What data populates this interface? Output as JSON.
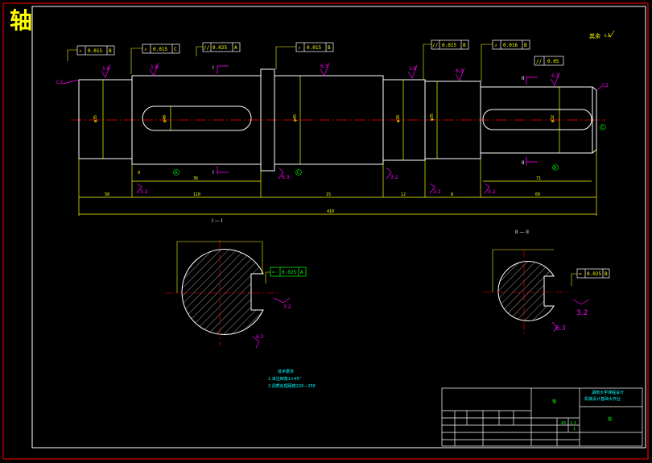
{
  "title": "轴",
  "remaining_roughness": "其余",
  "remaining_roughness_value": "6.3",
  "chamfers": [
    "C2",
    "C2"
  ],
  "tolerance_frames": [
    {
      "symbol": "↗",
      "value": "0.015",
      "datum": "B"
    },
    {
      "symbol": "↗",
      "value": "0.015",
      "datum": "C"
    },
    {
      "symbol": "//",
      "value": "0.025",
      "datum": "A"
    },
    {
      "symbol": "↗",
      "value": "0.015",
      "datum": "B"
    },
    {
      "symbol": "//",
      "value": "0.015",
      "datum": "B"
    },
    {
      "symbol": "↗",
      "value": "0.016",
      "datum": "B"
    },
    {
      "symbol": "//",
      "value": "0.05",
      "datum": ""
    }
  ],
  "roughness_marks": [
    "1.6",
    "1.6",
    "6.3",
    "1.6",
    "6.3",
    "6.3",
    "6.3",
    "3.2",
    "3.2",
    "3.2",
    "3.2"
  ],
  "section_markers": [
    "I",
    "I",
    "II",
    "II"
  ],
  "datum_labels": [
    "A",
    "C",
    "B",
    "C"
  ],
  "dimensions": [
    "50",
    "110",
    "36",
    "9",
    "15",
    "12",
    "8",
    "60",
    "71",
    "410"
  ],
  "section_views": [
    {
      "label": "I — I",
      "tolerance": "0.025",
      "datum": "A",
      "roughness": [
        "3.2",
        "6.3"
      ]
    },
    {
      "label": "II — II",
      "tolerance": "0.025",
      "datum": "B",
      "roughness": [
        "3.2",
        "6.3"
      ]
    }
  ],
  "tech_notes": {
    "heading": "技术要求",
    "lines": [
      "1.未注倒角1×45°",
      "2.调质处理硬度220—250"
    ]
  },
  "title_block": {
    "part_name": "轴",
    "school": "湖南大学课程设计",
    "subtitle": "机械设计基础大作业",
    "material": "45",
    "scale": "1:1",
    "sheet": "1"
  }
}
